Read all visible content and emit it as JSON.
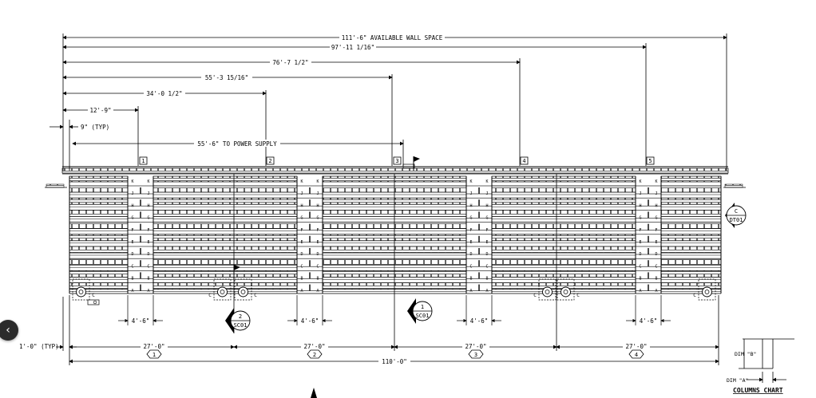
{
  "dimensions": {
    "available": "111'-6\" AVAILABLE WALL SPACE",
    "d97": "97'-11 1/16\"",
    "d76": "76'-7 1/2\"",
    "d55": "55'-3 15/16\"",
    "d34": "34'-0 1/2\"",
    "d12": "12'-9\"",
    "d9": "9\" (TYP)",
    "power": "55'-6\" TO POWER SUPPLY",
    "gap": "4'-6\"",
    "bay": "27'-0\"",
    "total": "110'-0\"",
    "edge": "1'-0\" (TYP)"
  },
  "column_tags": [
    "1",
    "2",
    "3",
    "4",
    "5"
  ],
  "bay_bubbles": [
    "1",
    "2",
    "3",
    "4"
  ],
  "section_markers": [
    {
      "num": "2",
      "sheet": "SC01"
    },
    {
      "num": "1",
      "sheet": "SC01"
    },
    {
      "num": "C",
      "sheet": "DT01"
    }
  ],
  "row_letters": [
    "K",
    "J",
    "H",
    "G",
    "F",
    "E",
    "D",
    "C",
    "B",
    "A"
  ],
  "post_letter": "C",
  "legend": {
    "dim_a": "DIM \"A\"",
    "dim_b": "DIM \"B\"",
    "title": "COLUMNS CHART"
  },
  "nav": {
    "prev_symbol": "‹"
  }
}
